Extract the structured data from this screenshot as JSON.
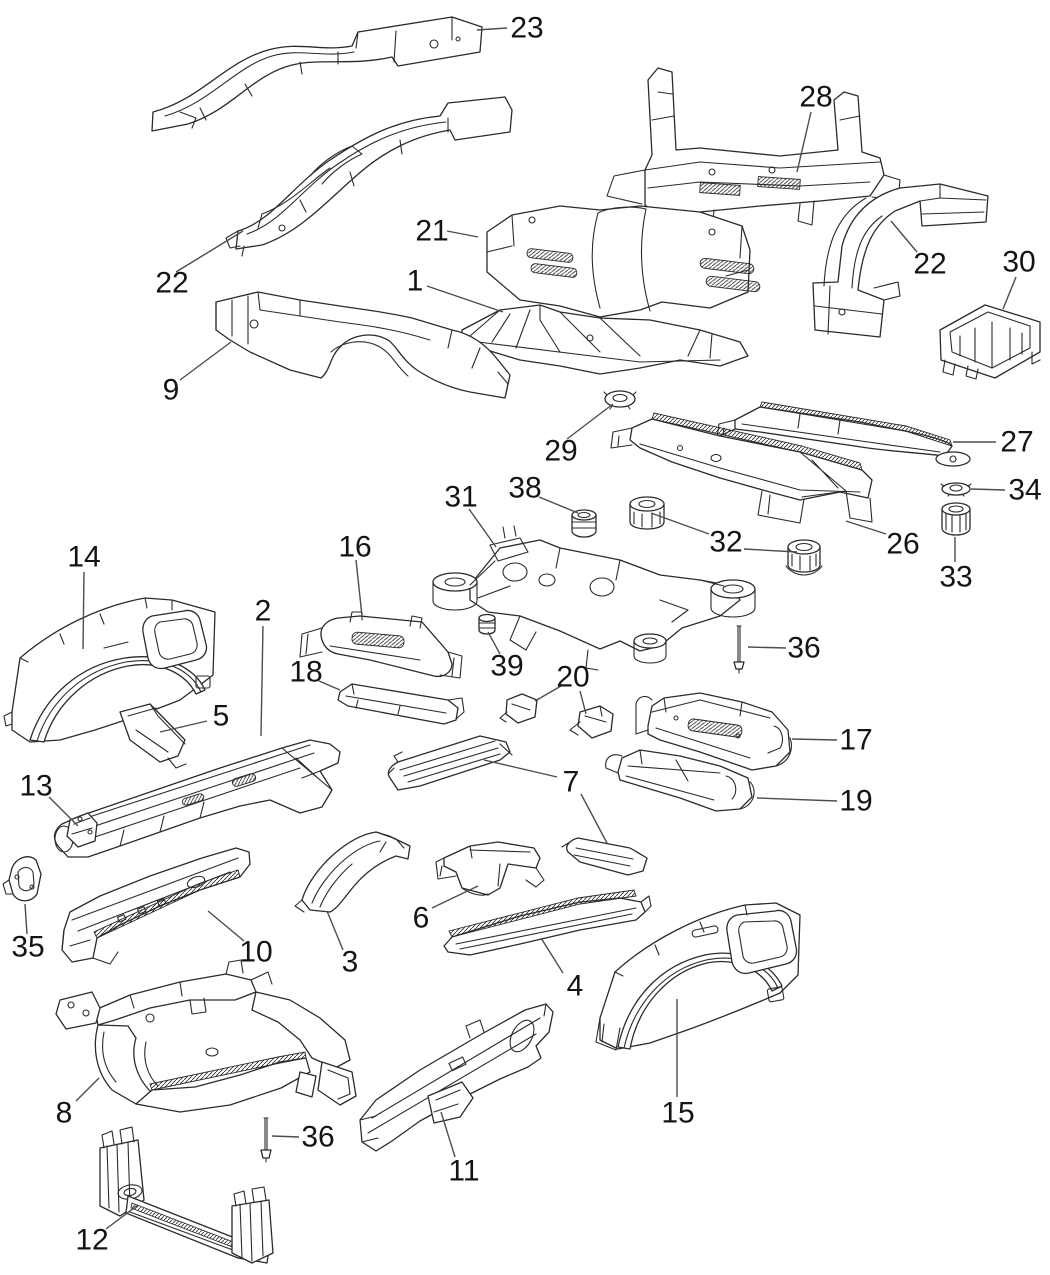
{
  "diagram": {
    "type": "exploded-parts-diagram",
    "background_color": "#ffffff",
    "line_color": "#2b2b2b",
    "leader_color": "#4d4d4d",
    "label_color": "#141414",
    "callouts": [
      {
        "label": "23"
      },
      {
        "label": "22"
      },
      {
        "label": "28"
      },
      {
        "label": "22"
      },
      {
        "label": "30"
      },
      {
        "label": "21"
      },
      {
        "label": "1"
      },
      {
        "label": "9"
      },
      {
        "label": "29"
      },
      {
        "label": "27"
      },
      {
        "label": "34"
      },
      {
        "label": "26"
      },
      {
        "label": "32"
      },
      {
        "label": "33"
      },
      {
        "label": "31"
      },
      {
        "label": "38"
      },
      {
        "label": "14"
      },
      {
        "label": "16"
      },
      {
        "label": "2"
      },
      {
        "label": "36"
      },
      {
        "label": "39"
      },
      {
        "label": "20"
      },
      {
        "label": "5"
      },
      {
        "label": "18"
      },
      {
        "label": "17"
      },
      {
        "label": "19"
      },
      {
        "label": "13"
      },
      {
        "label": "7"
      },
      {
        "label": "35"
      },
      {
        "label": "10"
      },
      {
        "label": "6"
      },
      {
        "label": "3"
      },
      {
        "label": "4"
      },
      {
        "label": "8"
      },
      {
        "label": "15"
      },
      {
        "label": "36"
      },
      {
        "label": "11"
      },
      {
        "label": "12"
      }
    ]
  }
}
